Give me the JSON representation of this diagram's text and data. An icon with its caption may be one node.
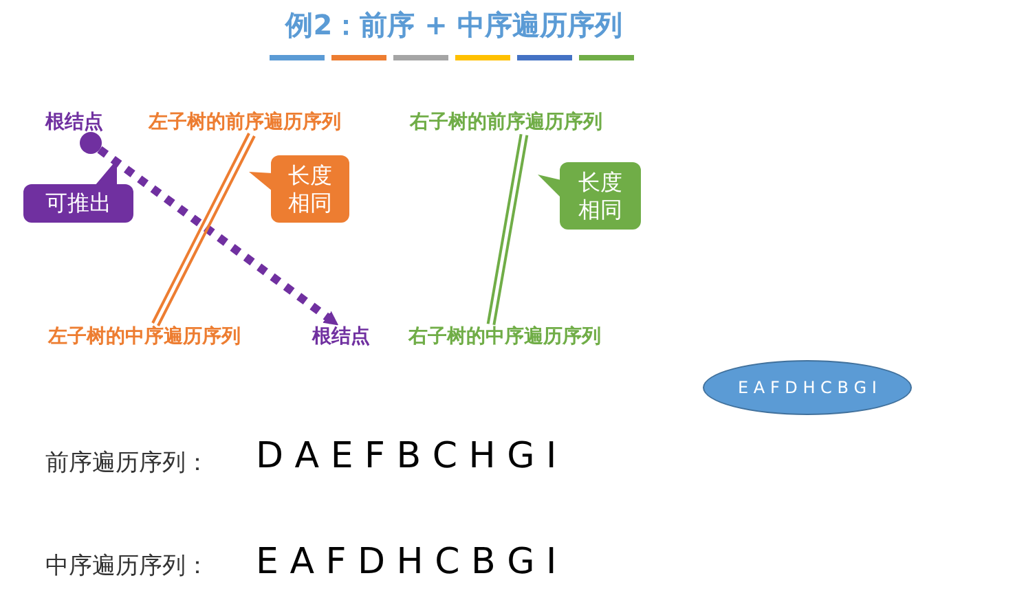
{
  "diagram": {
    "title": "例2：前序 + 中序遍历序列",
    "nodes": [
      {
        "text": [
          "根结点"
        ]
      },
      {
        "text": [],
        "shape": "circle"
      },
      {
        "text": [
          "左子树的前序遍历序列"
        ]
      },
      {
        "text": [
          "右子树的前序遍历序列"
        ]
      },
      {
        "text": [
          "可推出"
        ]
      },
      {
        "text": [
          "长度相同"
        ]
      },
      {
        "text": [
          "长度相同"
        ]
      },
      {
        "text": [
          "左子树的中序遍历序列"
        ]
      },
      {
        "text": [
          "根结点"
        ]
      },
      {
        "text": [
          "右子树的中序遍历序列"
        ]
      },
      {
        "text": [
          "E A F D H C B G I"
        ]
      }
    ],
    "edges": [
      {
        "from": 1,
        "to": 8,
        "arrow": "to",
        "style": "dashed",
        "color": "#7030a0"
      },
      {
        "from": 2,
        "to": 7,
        "arrow": "none",
        "color": "#ed7d31"
      },
      {
        "from": 3,
        "to": 9,
        "arrow": "none",
        "color": "#70ad47"
      }
    ],
    "labels": [
      "前序遍历序列：",
      "D A E F B C H G I",
      "中序遍历序列：",
      "E A F D H C B G I"
    ]
  }
}
